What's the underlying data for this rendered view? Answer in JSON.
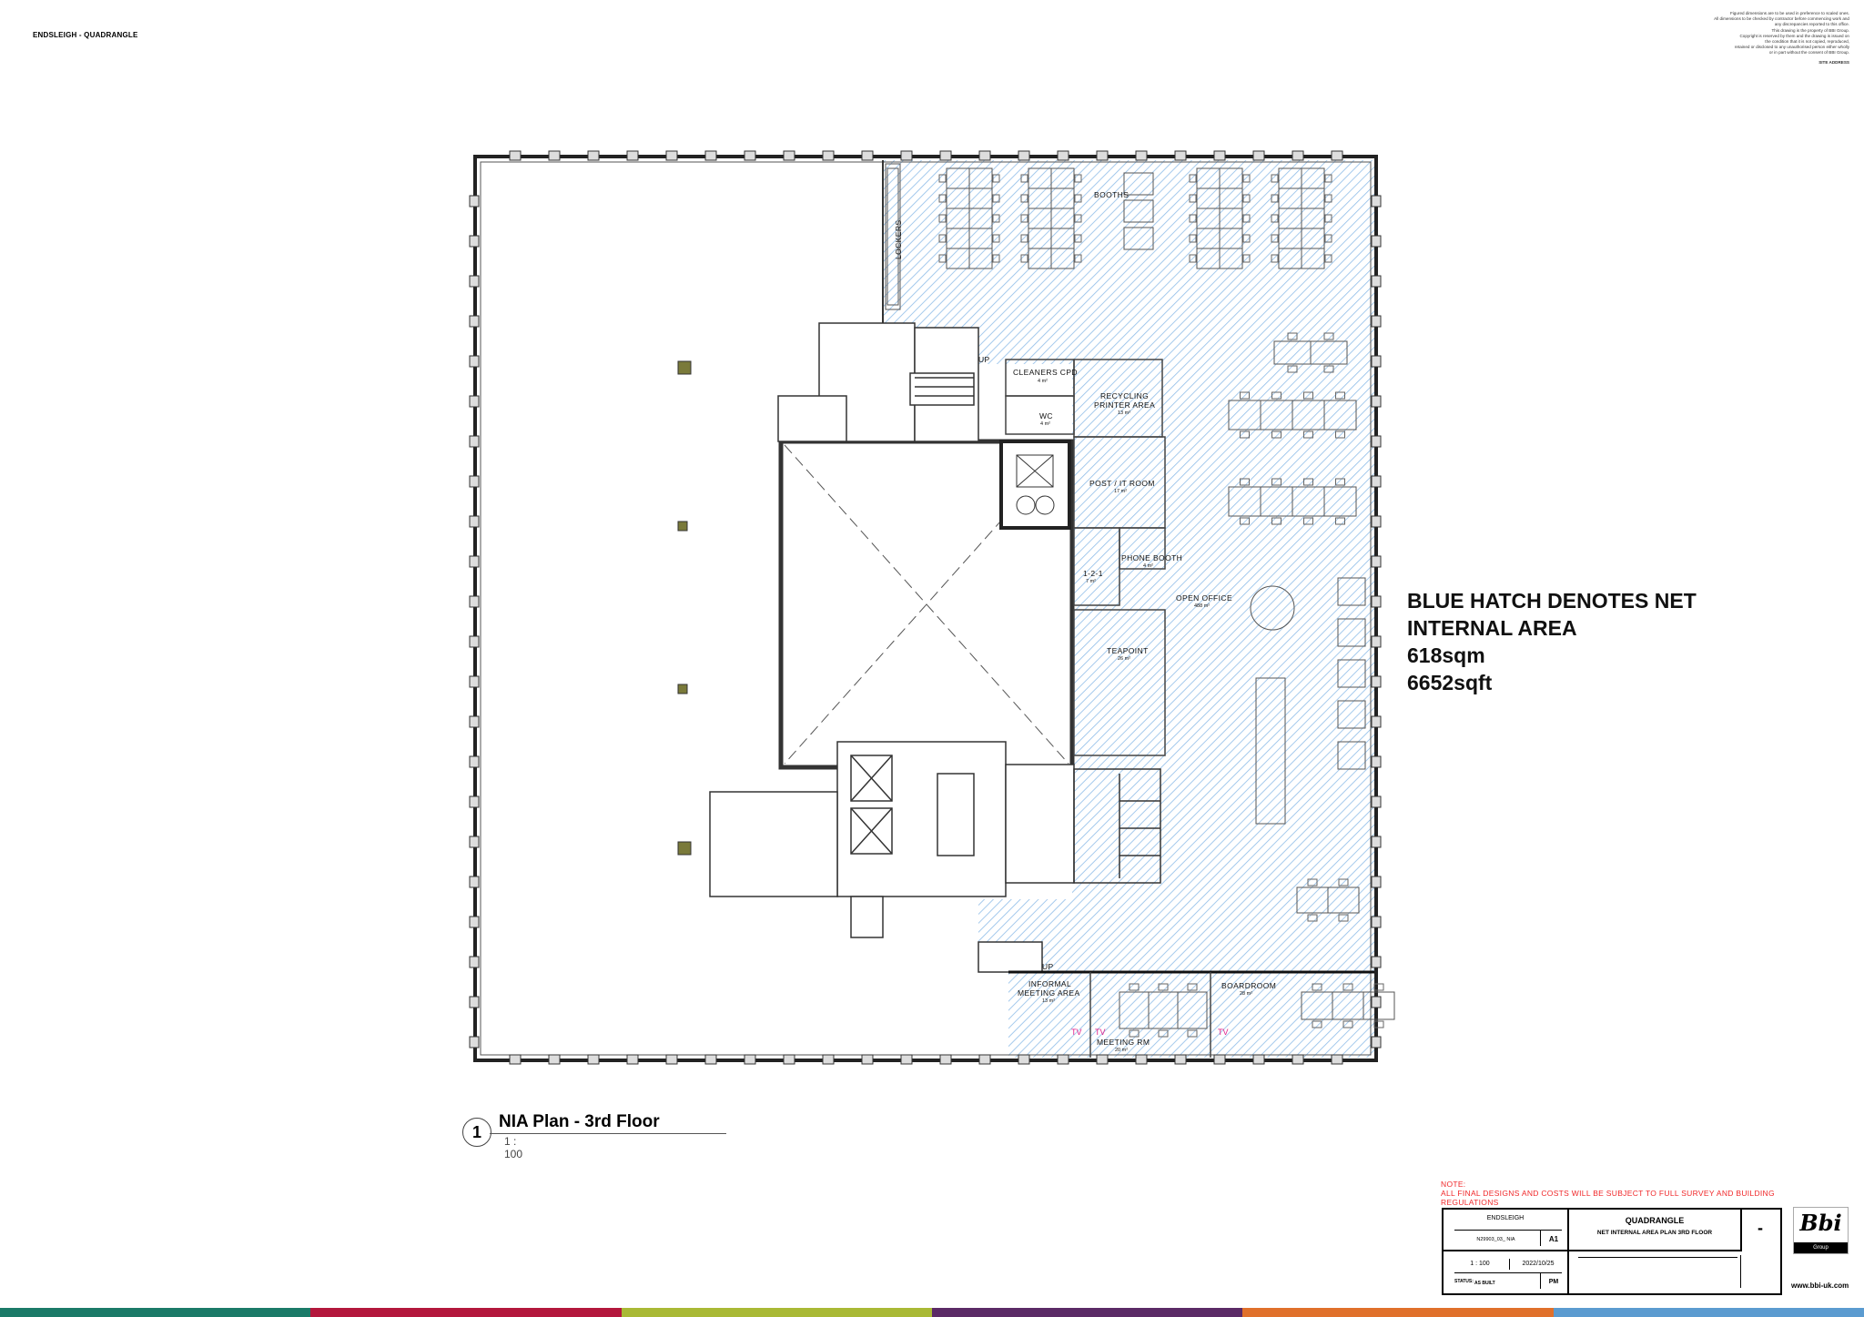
{
  "header": {
    "project": "ENDSLEIGH - QUADRANGLE",
    "disclaimer": [
      "Figured dimensions are to be used in preference to scaled ones.",
      "All dimensions to be checked by contractor before commencing work and",
      "any discrepancies reported to this office.",
      "This drawing is the property of BBI Group.",
      "Copyright is reserved by them and the drawing is issued on",
      "the condition that it is not copied, reproduced,",
      "retained or disclosed to any unauthorised person either wholly",
      "or in part without the consent of BBI Group."
    ],
    "site_address": "SITE ADDRESS"
  },
  "legend": {
    "line1": "BLUE HATCH DENOTES NET",
    "line2": "INTERNAL AREA",
    "sqm": "618sqm",
    "sqft": "6652sqft",
    "hatch_color": "#8fbde8"
  },
  "rooms": {
    "lockers": "LOCKERS",
    "booths": "BOOTHS",
    "cleaners": {
      "name": "CLEANERS CPD",
      "area": "4 m²"
    },
    "wc": {
      "name": "WC",
      "area": "4 m²"
    },
    "recycling_1": "RECYCLING",
    "recycling_2": "PRINTER AREA",
    "recycling_area": "13 m²",
    "post_it": {
      "name": "POST / IT ROOM",
      "area": "17 m²"
    },
    "phone_booth": {
      "name": "PHONE BOOTH",
      "area": "4 m²"
    },
    "one_to_one": {
      "name": "1-2-1",
      "area": "7 m²"
    },
    "open_office": {
      "name": "OPEN OFFICE",
      "area": "488 m²"
    },
    "teapoint": {
      "name": "TEAPOINT",
      "area": "26 m²"
    },
    "informal_1": "INFORMAL",
    "informal_2": "MEETING AREA",
    "informal_area": "13 m²",
    "meeting_rm": {
      "name": "MEETING RM",
      "area": "20 m²"
    },
    "boardroom": {
      "name": "BOARDROOM",
      "area": "28 m²"
    },
    "up_1": "UP",
    "up_2": "UP",
    "tv": "TV"
  },
  "view_title": {
    "number": "1",
    "name": "NIA Plan - 3rd Floor",
    "scale": "1 : 100"
  },
  "note": {
    "heading": "NOTE:",
    "text": "ALL FINAL DESIGNS AND COSTS WILL BE SUBJECT TO FULL SURVEY AND BUILDING REGULATIONS"
  },
  "title_block": {
    "client": "ENDSLEIGH",
    "drawing_no": "N29903_03_ NIA",
    "sheet_size": "A1",
    "scale": "1 : 100",
    "date": "2022/10/25",
    "status_label": "STATUS:",
    "status": "AS BUILT",
    "drawn_by": "PM",
    "project": "QUADRANGLE",
    "drawing_title": "NET INTERNAL AREA PLAN 3RD FLOOR",
    "revision": "-"
  },
  "logo": {
    "mark": "Bbi",
    "group": "Group"
  },
  "website": "www.bbi-uk.com",
  "color_bar": [
    "#1b7a68",
    "#b3173c",
    "#a9b935",
    "#5b2a66",
    "#e0702b",
    "#5b9bd0"
  ]
}
